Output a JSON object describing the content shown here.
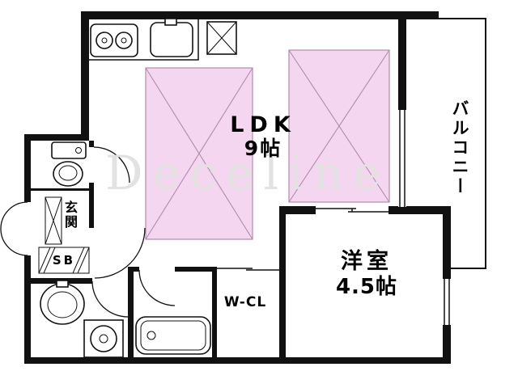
{
  "watermark": {
    "text": "Deceline"
  },
  "rooms": {
    "ldk": {
      "name": "LDK",
      "size": "9帖"
    },
    "western_room": {
      "name": "洋室",
      "size": "4.5帖"
    },
    "balcony": {
      "name": "バルコニー"
    },
    "entrance": {
      "name": "玄関"
    },
    "shoe_box": {
      "name": "SB"
    },
    "walk_in_closet": {
      "name": "W-CL"
    }
  },
  "colors": {
    "wall": "#111111",
    "highlight_fill": "#f5d6f0",
    "highlight_line": "#b08cab",
    "watermark": "#e3e1e1"
  }
}
